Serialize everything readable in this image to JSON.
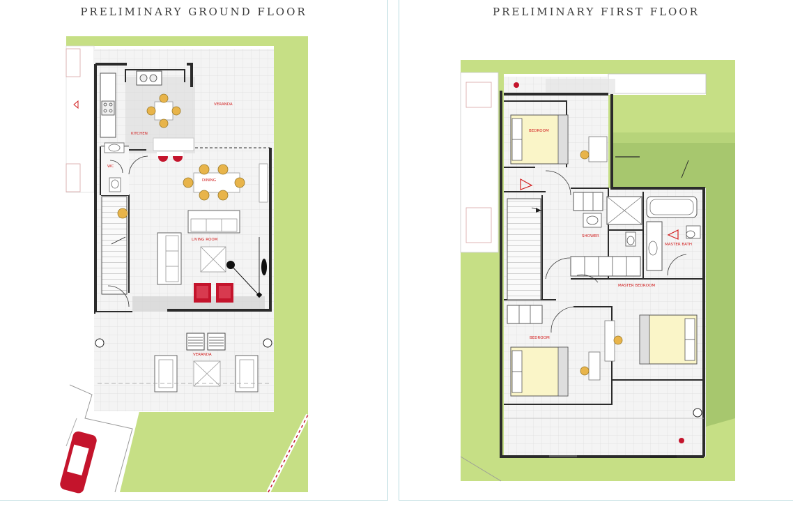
{
  "ground_floor": {
    "title": "PRELIMINARY GROUND FLOOR",
    "rooms": {
      "kitchen": "KITCHEN",
      "veranda_top": "VERANDA",
      "wc": "WC",
      "dining": "DINING",
      "living": "LIVING ROOM",
      "veranda_bottom": "VERANDA"
    }
  },
  "first_floor": {
    "title": "PRELIMINARY FIRST FLOOR",
    "rooms": {
      "bedroom1": "BEDROOM",
      "shower": "SHOWER",
      "master_bath": "MASTER BATH",
      "master_bedroom": "MASTER BEDROOM",
      "bedroom2": "BEDROOM"
    }
  },
  "colors": {
    "grass": "#c6df85",
    "dark_grass": "#a7c76e",
    "wall": "#2b2b2b",
    "floor": "#f3f3f3",
    "label": "#d21f1f",
    "frame": "#b7d9de",
    "accent_red": "#c4142c",
    "chair": "#e8b44a",
    "bed": "#faf5c8"
  }
}
